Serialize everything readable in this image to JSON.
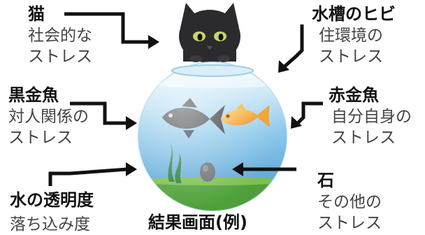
{
  "labels": {
    "cat": {
      "title": "猫",
      "lines": [
        "社会的な",
        "ストレス"
      ]
    },
    "crack": {
      "title": "水槽のヒビ",
      "lines": [
        "住環境の",
        "ストレス"
      ]
    },
    "black_fish": {
      "title": "黒金魚",
      "lines": [
        "対人関係の",
        "ストレス"
      ]
    },
    "red_fish": {
      "title": "赤金魚",
      "lines": [
        "自分自身の",
        "ストレス"
      ]
    },
    "water": {
      "title": "水の透明度",
      "lines": [
        "落ち込み度"
      ]
    },
    "stone": {
      "title": "石",
      "lines": [
        "その他の",
        "ストレス"
      ]
    }
  },
  "caption": "結果画面(例)",
  "colors": {
    "arrow": "#111111",
    "water_top": "#cfe9f7",
    "water_bottom": "#3f97cf",
    "gravel": "#5aa83a",
    "goldfish": "#f39a1a",
    "black_fish": "#3b3d42",
    "cat": "#2b2b2e"
  }
}
